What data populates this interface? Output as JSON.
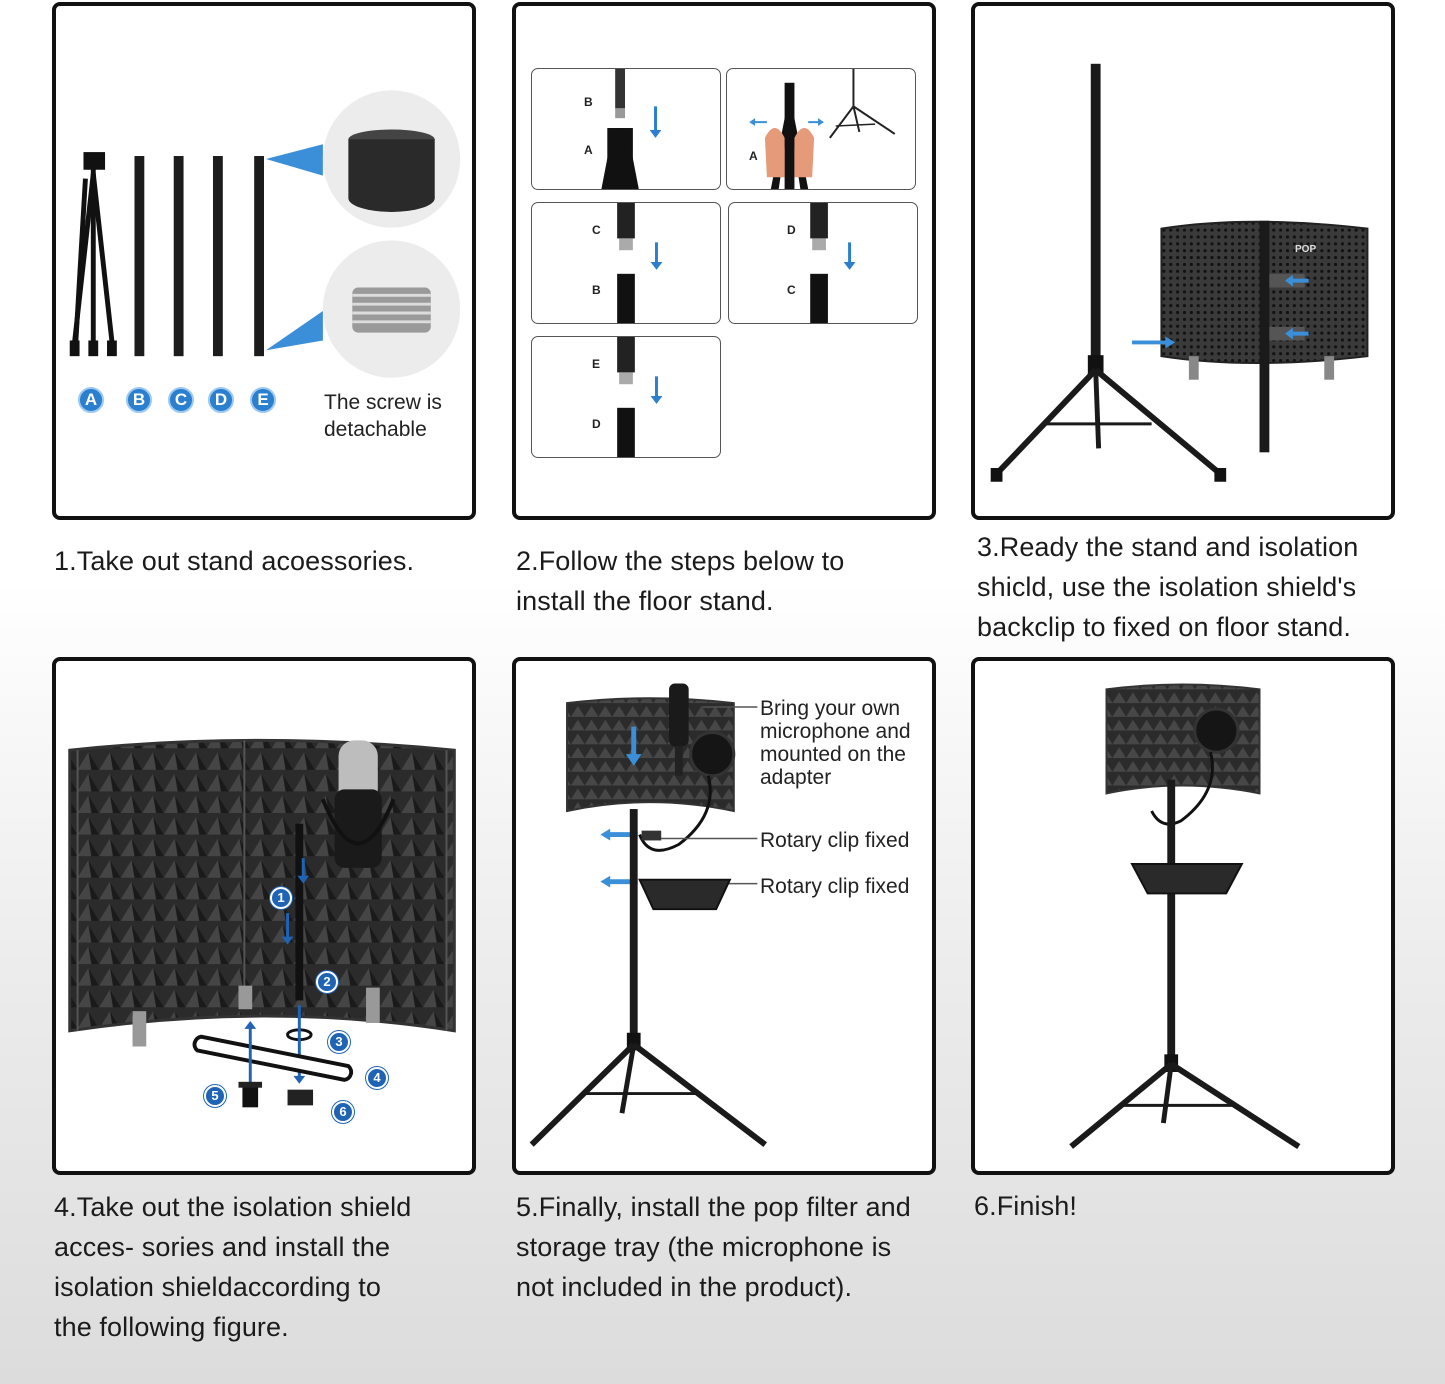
{
  "steps": [
    {
      "caption": "1.Take out stand acoessories."
    },
    {
      "caption": "2.Follow the steps below to\n install the floor stand."
    },
    {
      "caption": "3.Ready the stand and isolation\nshicld, use the isolation shield's\nbackclip to fixed on floor stand."
    },
    {
      "caption": "4.Take out the isolation shield\nacces- sories and install the\nisolation shieldaccording to\nthe following figure."
    },
    {
      "caption": "5.Finally, install the pop filter and\nstorage tray (the microphone is\nnot included in the product)."
    },
    {
      "caption": "6.Finish!"
    }
  ],
  "panel1": {
    "parts": [
      "A",
      "B",
      "C",
      "D",
      "E"
    ],
    "screw_note": "The screw is\ndetachable"
  },
  "panel2": {
    "boxes": [
      {
        "top": "B",
        "bottom": "A"
      },
      {
        "top": "",
        "bottom": "A"
      },
      {
        "top": "C",
        "bottom": "B"
      },
      {
        "top": "D",
        "bottom": "C"
      },
      {
        "top": "E",
        "bottom": "D"
      }
    ]
  },
  "panel3": {
    "shield_text": "POP"
  },
  "panel4": {
    "numbers": [
      "1",
      "2",
      "3",
      "4",
      "5",
      "6"
    ]
  },
  "panel5": {
    "callout_mic": "Bring your own\nmicrophone and\nmounted on the\nadapter",
    "callout_clip1": "Rotary clip fixed",
    "callout_clip2": "Rotary clip fixed"
  },
  "colors": {
    "accent_blue": "#2a7fcf",
    "arrow_blue": "#3a8fd8",
    "frame": "#111111"
  }
}
